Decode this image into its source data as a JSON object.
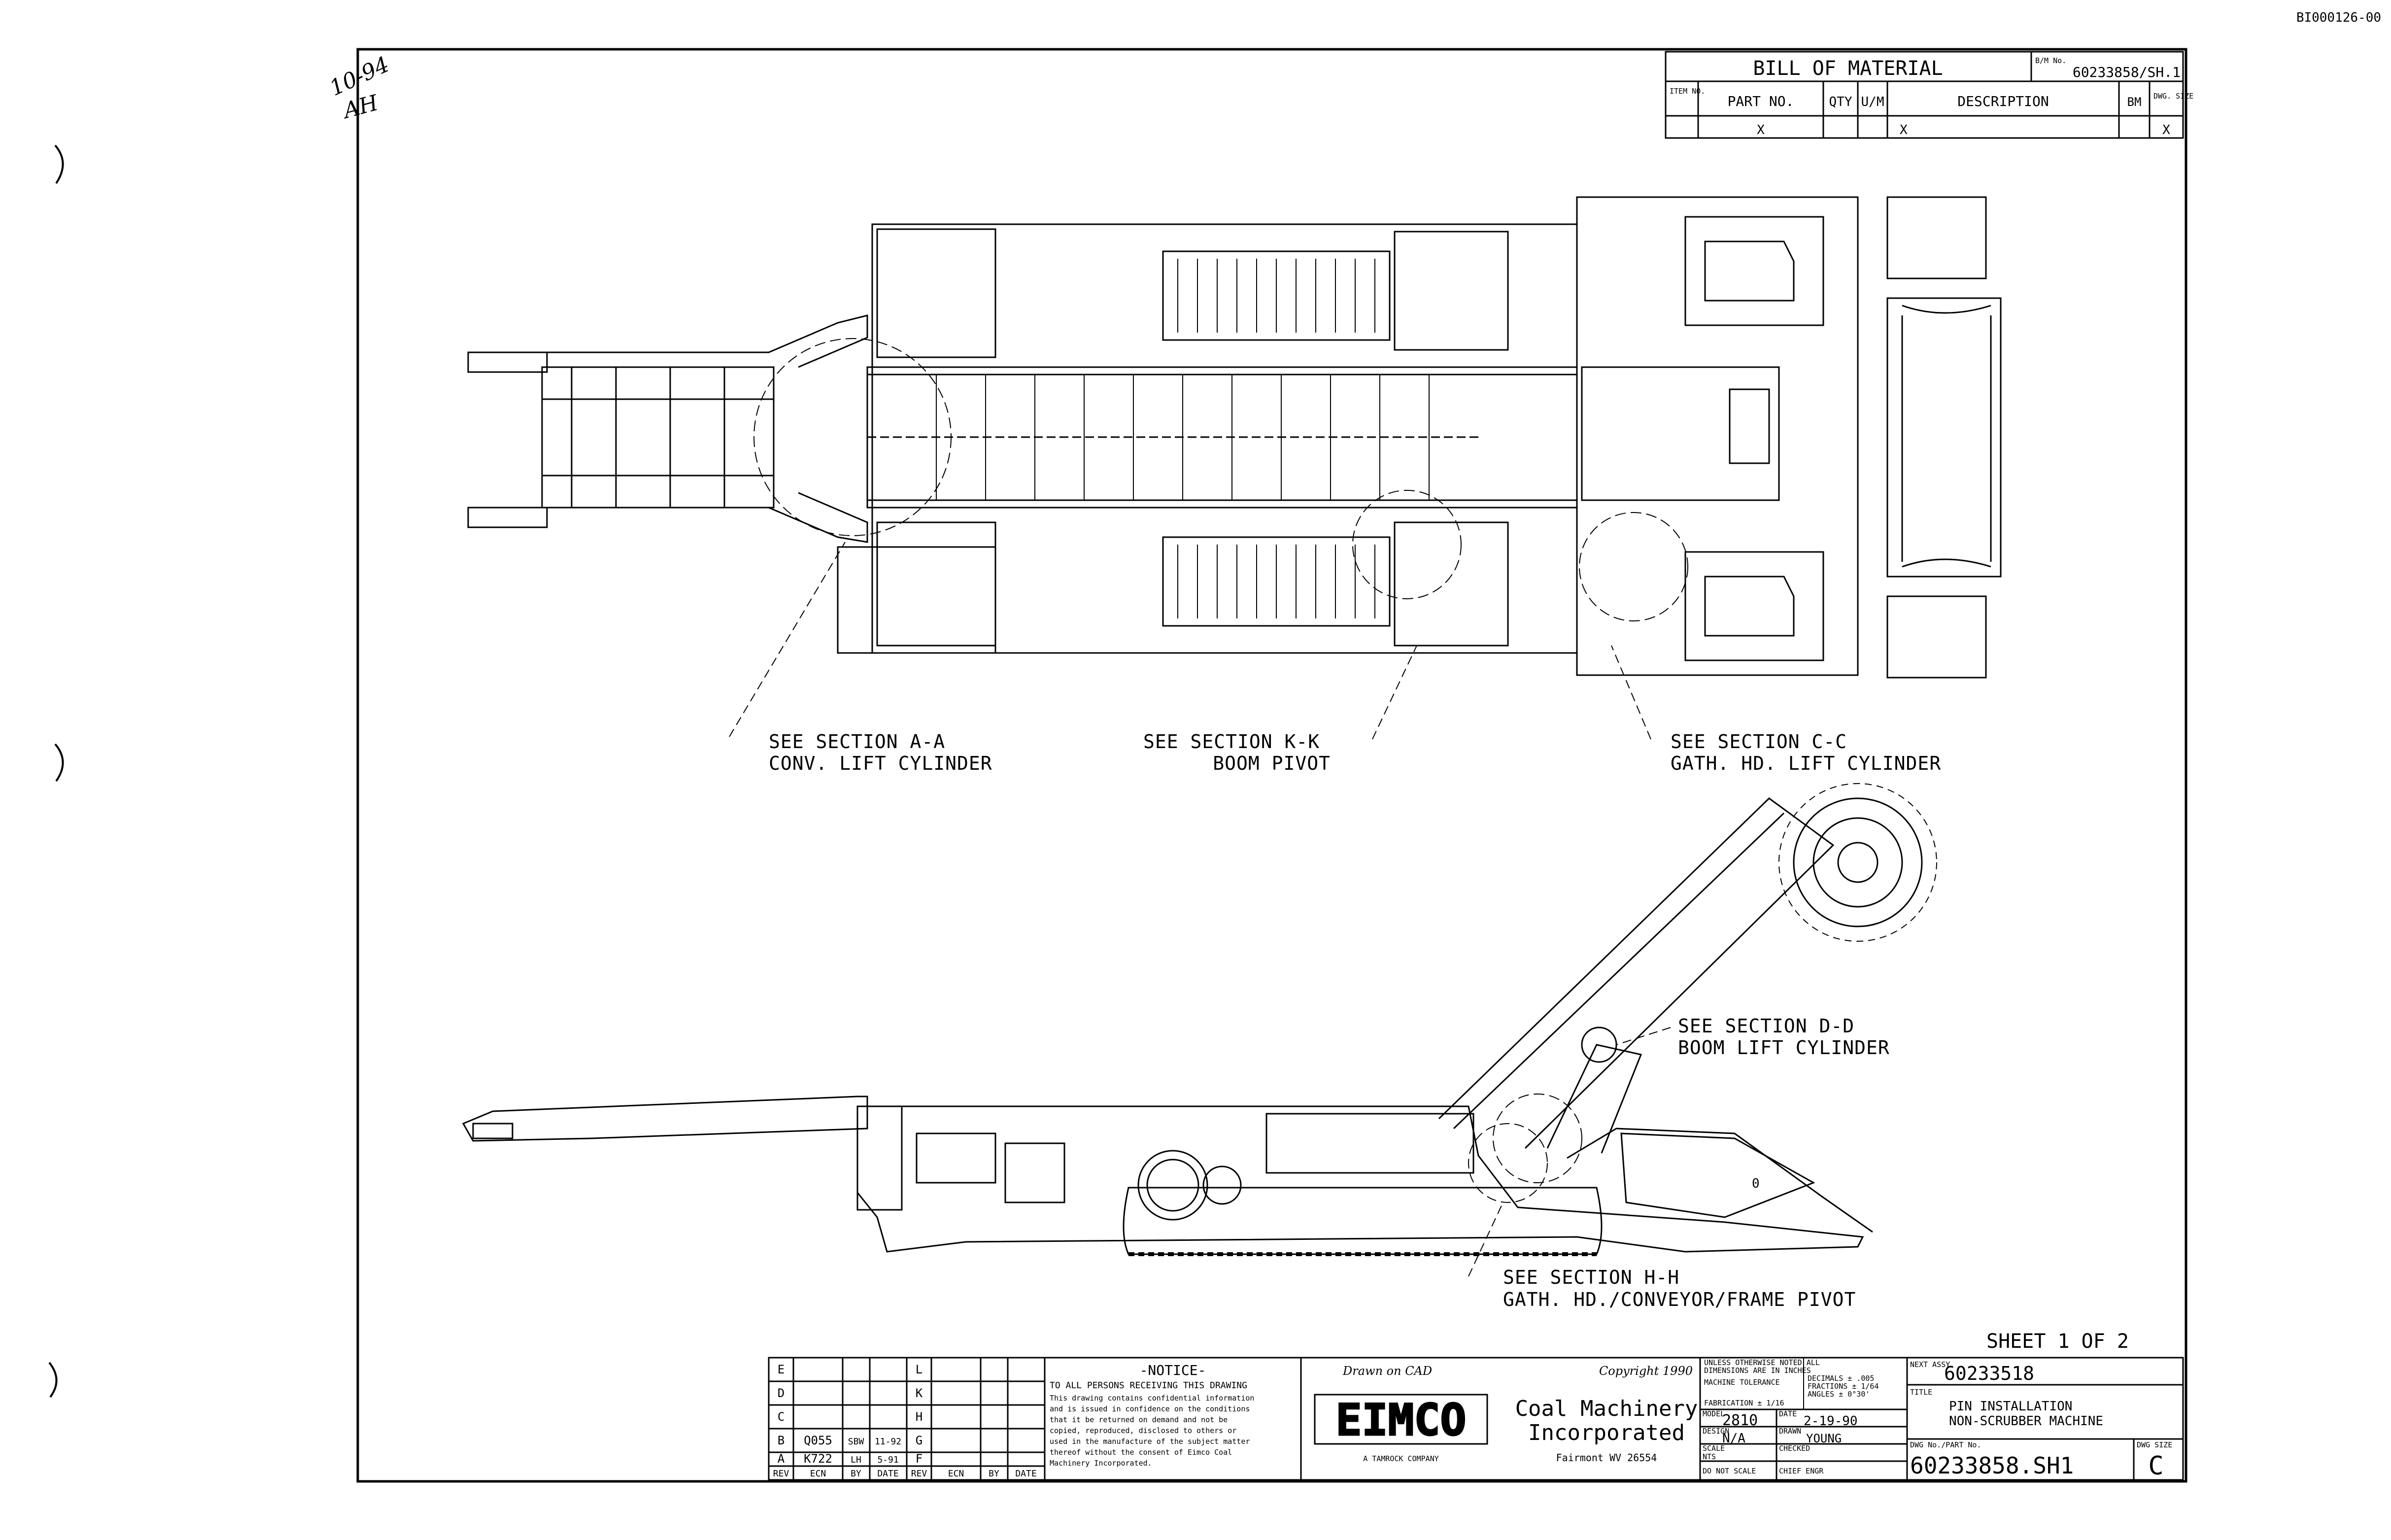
{
  "document_id": "BI000126-00",
  "margin_note": {
    "date": "10-94",
    "initials": "AH"
  },
  "bill_of_material": {
    "title": "BILL OF MATERIAL",
    "bm_label": "B/M No.",
    "bm_number": "60233858/SH.1",
    "headers": {
      "item": "ITEM NO.",
      "part": "PART NO.",
      "qty": "QTY",
      "um": "U/M",
      "desc": "DESCRIPTION",
      "bm": "BM",
      "dwg": "DWG. SIZE"
    },
    "row_marks": {
      "part": "X",
      "desc": "X",
      "size": "X"
    }
  },
  "callouts": {
    "section_a": [
      "SEE SECTION A-A",
      "CONV. LIFT CYLINDER"
    ],
    "section_k": [
      "SEE SECTION K-K",
      "BOOM PIVOT"
    ],
    "section_c": [
      "SEE SECTION C-C",
      "GATH. HD. LIFT CYLINDER"
    ],
    "section_d": [
      "SEE SECTION D-D",
      "BOOM LIFT CYLINDER"
    ],
    "section_h": [
      "SEE SECTION H-H",
      "GATH. HD./CONVEYOR/FRAME PIVOT"
    ]
  },
  "sheet": "SHEET 1 OF 2",
  "revision_block": {
    "rows": [
      {
        "rev": "E",
        "ecn": "",
        "by": "",
        "date": "",
        "rev2": "L"
      },
      {
        "rev": "D",
        "ecn": "",
        "by": "",
        "date": "",
        "rev2": "K"
      },
      {
        "rev": "C",
        "ecn": "",
        "by": "",
        "date": "",
        "rev2": "H"
      },
      {
        "rev": "B",
        "ecn": "Q055",
        "by": "SBW",
        "date": "11-92",
        "rev2": "G"
      },
      {
        "rev": "A",
        "ecn": "K722",
        "by": "LH",
        "date": "5-91",
        "rev2": "F"
      }
    ],
    "headers": [
      "REV",
      "ECN",
      "BY",
      "DATE",
      "REV",
      "ECN",
      "BY",
      "DATE"
    ]
  },
  "notice": {
    "title": "-NOTICE-",
    "lines": [
      "TO ALL PERSONS RECEIVING THIS DRAWING",
      "This drawing contains confidential information",
      "and is issued in confidence on the conditions",
      "that it be returned on demand and not be",
      "copied, reproduced, disclosed to others or",
      "used in the manufacture of the subject matter",
      "thereof without the consent of Eimco Coal",
      "Machinery Incorporated."
    ]
  },
  "company": {
    "drawn": "Drawn on CAD",
    "copyright": "Copyright 1990",
    "logo": "EIMCO",
    "name_line1": "Coal Machinery",
    "name_line2": "Incorporated",
    "parent": "A TAMROCK COMPANY",
    "city": "Fairmont WV 26554"
  },
  "tolerance_note": [
    "UNLESS OTHERWISE NOTED ALL",
    "DIMENSIONS ARE IN INCHES",
    "MACHINE TOLERANCE",
    "DECIMALS ± .005",
    "FRACTIONS ± 1/64",
    "ANGLES ± 0°30'",
    "FABRICATION ± 1/16"
  ],
  "title_block": {
    "model_label": "MODEL",
    "model": "2810",
    "date_label": "DATE",
    "date": "2-19-90",
    "design_label": "DESIGN",
    "design": "N/A",
    "drawn_label": "DRAWN",
    "drawn": "YOUNG",
    "scale_label": "SCALE",
    "scale": "NTS",
    "checked_label": "CHECKED",
    "noscale": "DO NOT SCALE",
    "chief_label": "CHIEF ENGR",
    "next_assy_label": "NEXT ASSY.",
    "next_assy": "60233518",
    "title_label": "TITLE",
    "title_line1": "PIN INSTALLATION",
    "title_line2": "NON-SCRUBBER MACHINE",
    "dwg_no_label": "DWG No./PART No.",
    "dwg_no": "60233858.SH1",
    "dwg_size_label": "DWG SIZE",
    "dwg_size": "C"
  }
}
